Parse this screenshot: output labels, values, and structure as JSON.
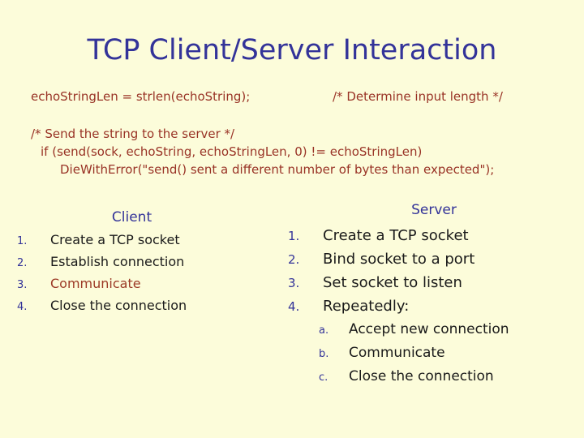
{
  "slide": {
    "title": "TCP Client/Server Interaction",
    "colors": {
      "background": "#FCFCDA",
      "heading_blue": "#333399",
      "code_red": "#993326",
      "body_text": "#1A1A1A"
    },
    "code_top": {
      "statement": "echoStringLen = strlen(echoString);",
      "comment": "/* Determine input length */"
    },
    "code_block": {
      "line1": "/* Send the string to the server */",
      "line2": "if (send(sock, echoString, echoStringLen, 0) != echoStringLen)",
      "line3": "DieWithError(\"send() sent a different number of bytes than expected\");"
    },
    "client": {
      "heading": "Client",
      "items": [
        {
          "num": "1.",
          "text": "Create a TCP socket",
          "highlight": false
        },
        {
          "num": "2.",
          "text": "Establish connection",
          "highlight": false
        },
        {
          "num": "3.",
          "text": "Communicate",
          "highlight": true
        },
        {
          "num": "4.",
          "text": "Close the connection",
          "highlight": false
        }
      ]
    },
    "server": {
      "heading": "Server",
      "items": [
        {
          "num": "1.",
          "text": "Create a TCP socket"
        },
        {
          "num": "2.",
          "text": "Bind socket to a port"
        },
        {
          "num": "3.",
          "text": "Set socket to listen"
        },
        {
          "num": "4.",
          "text": "Repeatedly:"
        }
      ],
      "subitems": [
        {
          "num": "a.",
          "text": "Accept new connection"
        },
        {
          "num": "b.",
          "text": "Communicate"
        },
        {
          "num": "c.",
          "text": "Close the connection"
        }
      ]
    }
  }
}
